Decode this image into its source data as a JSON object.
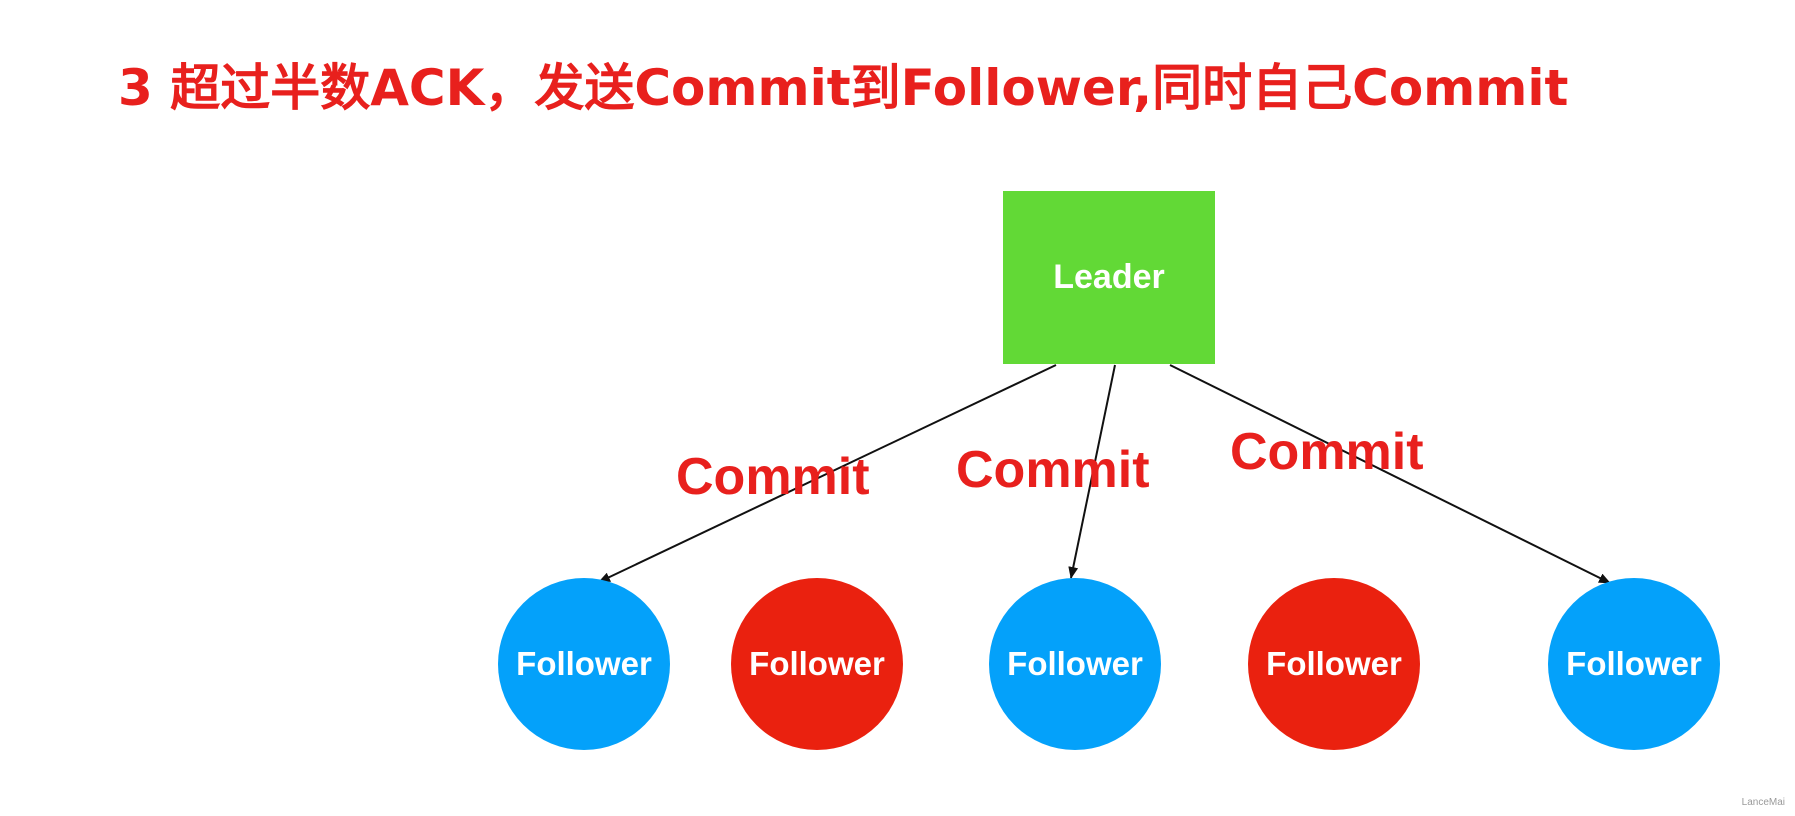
{
  "title": "3 超过半数ACK，发送Commit到Follower,同时自己Commit",
  "leader": {
    "label": "Leader",
    "color": "#62d936"
  },
  "followers": [
    {
      "label": "Follower",
      "status": "acked",
      "color": "#04a1fa"
    },
    {
      "label": "Follower",
      "status": "failed",
      "color": "#ea210f"
    },
    {
      "label": "Follower",
      "status": "acked",
      "color": "#04a1fa"
    },
    {
      "label": "Follower",
      "status": "failed",
      "color": "#ea210f"
    },
    {
      "label": "Follower",
      "status": "acked",
      "color": "#04a1fa"
    }
  ],
  "edges": [
    {
      "from": "leader",
      "to": "follower-1",
      "label": "Commit"
    },
    {
      "from": "leader",
      "to": "follower-3",
      "label": "Commit"
    },
    {
      "from": "leader",
      "to": "follower-5",
      "label": "Commit"
    }
  ],
  "watermark": "LanceMai"
}
